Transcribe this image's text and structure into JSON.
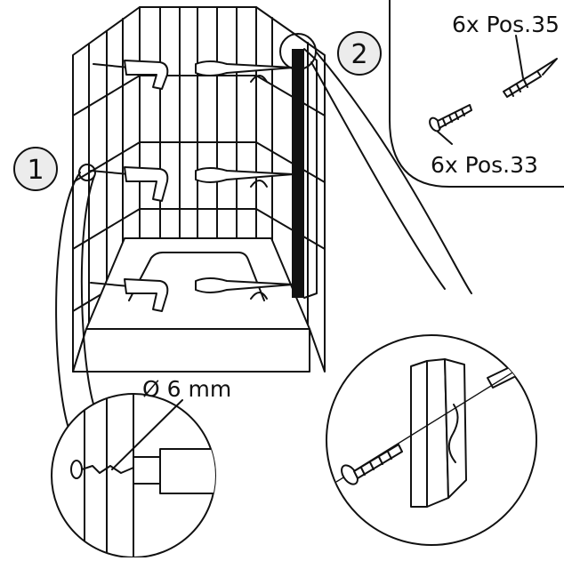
{
  "steps": {
    "step1": "1",
    "step2": "2"
  },
  "parts": {
    "pos35_label": "6x Pos.35",
    "pos33_label": "6x Pos.33"
  },
  "drill": {
    "diameter_label": "Ø 6 mm"
  },
  "colors": {
    "ink": "#111111",
    "paper": "#ffffff"
  }
}
